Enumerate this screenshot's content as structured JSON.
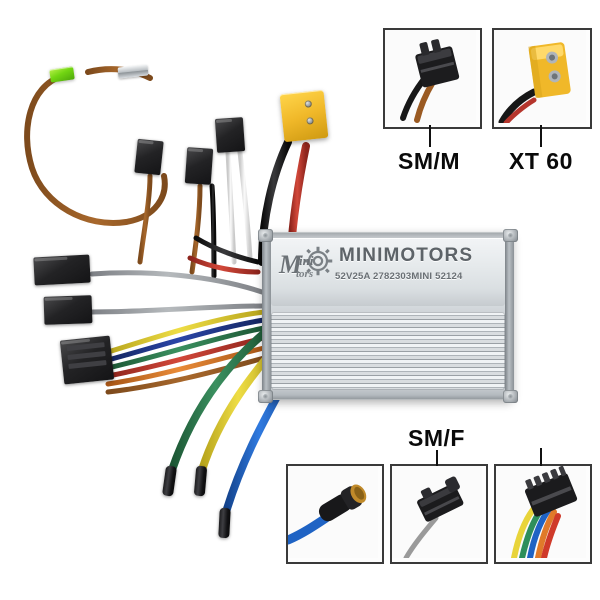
{
  "product": {
    "brand": "MINIMOTORS",
    "spec": "52V25A 2782303MINI 52124",
    "logo_text_m": "M",
    "logo_text_ini": "ini",
    "logo_text_tors": "tors",
    "body_color": "#d5d9dc"
  },
  "callouts": [
    {
      "id": "sm-m",
      "label": "SM/M",
      "label_position": "below"
    },
    {
      "id": "xt-60",
      "label": "XT 60",
      "label_position": "below"
    },
    {
      "id": "sm-f",
      "label": "SM/F",
      "label_position": "above"
    },
    {
      "id": "multi-pin",
      "label": "",
      "label_position": "above"
    }
  ],
  "insets": {
    "sm_m": {
      "connector": "sm-male-connector",
      "wire_colors": [
        "#1a1a1a",
        "#9a5a22"
      ]
    },
    "xt_60": {
      "connector": "xt60-connector",
      "body_color": "#f0b829",
      "wire_colors": [
        "#1a1a1a",
        "#b5352c"
      ]
    },
    "bullet": {
      "connector": "bullet-connector",
      "wire_colors": [
        "#1f63c4"
      ],
      "terminal_color": "#c08a2a"
    },
    "sm_f": {
      "connector": "sm-female-connector",
      "wire_colors": [
        "#9a9a9a"
      ]
    },
    "multi_pin": {
      "connector": "six-pin-connector",
      "wire_colors": [
        "#e8d43a",
        "#2e8f5b",
        "#1f63c4",
        "#e07a2a",
        "#cf3a2a",
        "#e8e8e8"
      ]
    }
  },
  "harness": {
    "fuse": {
      "name": "inline-fuse-holder",
      "color": "#72d612"
    },
    "spade_terminal": {
      "name": "spade-terminal",
      "color": "#c3c8cc"
    },
    "phase_wires": [
      {
        "name": "phase-green",
        "color": "#2e7d4f"
      },
      {
        "name": "phase-yellow",
        "color": "#e3cf2e"
      },
      {
        "name": "phase-blue",
        "color": "#1f63c4"
      }
    ],
    "power_wires": [
      {
        "name": "power-negative",
        "color": "#111111"
      },
      {
        "name": "power-positive",
        "color": "#b5352c"
      }
    ],
    "signal_wires": [
      {
        "color": "#9a9a9a"
      },
      {
        "color": "#e8d43a"
      },
      {
        "color": "#1d6b3c"
      },
      {
        "color": "#1f3f9c"
      },
      {
        "color": "#cf3a2a"
      },
      {
        "color": "#e07a2a"
      },
      {
        "color": "#8b5a2b"
      },
      {
        "color": "#f2f2f2"
      }
    ]
  },
  "background": "#ffffff"
}
